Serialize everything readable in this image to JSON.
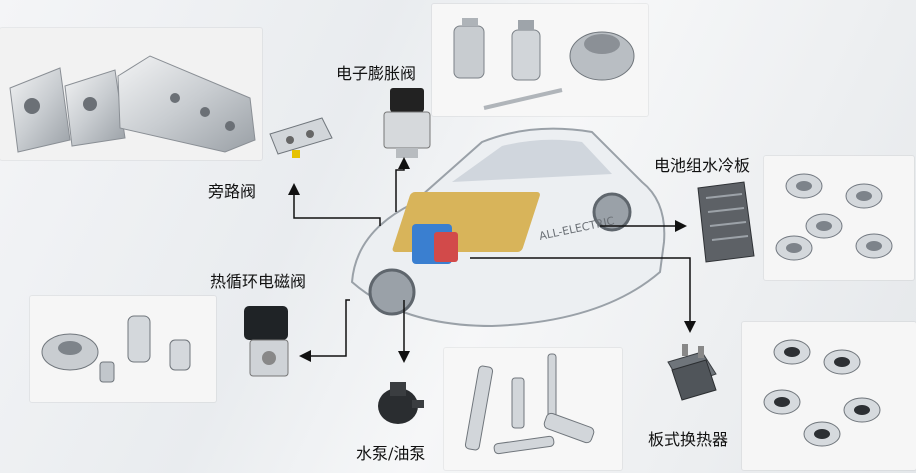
{
  "labels": {
    "electronic_expansion_valve": "电子膨胀阀",
    "bypass_valve": "旁路阀",
    "battery_cold_plate": "电池组水冷板",
    "thermal_solenoid_valve": "热循环电磁阀",
    "water_oil_pump": "水泵/油泵",
    "plate_heat_exchanger": "板式换热器"
  },
  "car_logo_text": "ALL-ELECTRIC",
  "colors": {
    "arrow_line": "#111111",
    "battery_gold": "#d8b45a",
    "coolant_blue": "#3a7fd0",
    "coolant_red": "#d24a4a",
    "metal_light": "#d9dde2",
    "metal_dark": "#8f969d"
  }
}
